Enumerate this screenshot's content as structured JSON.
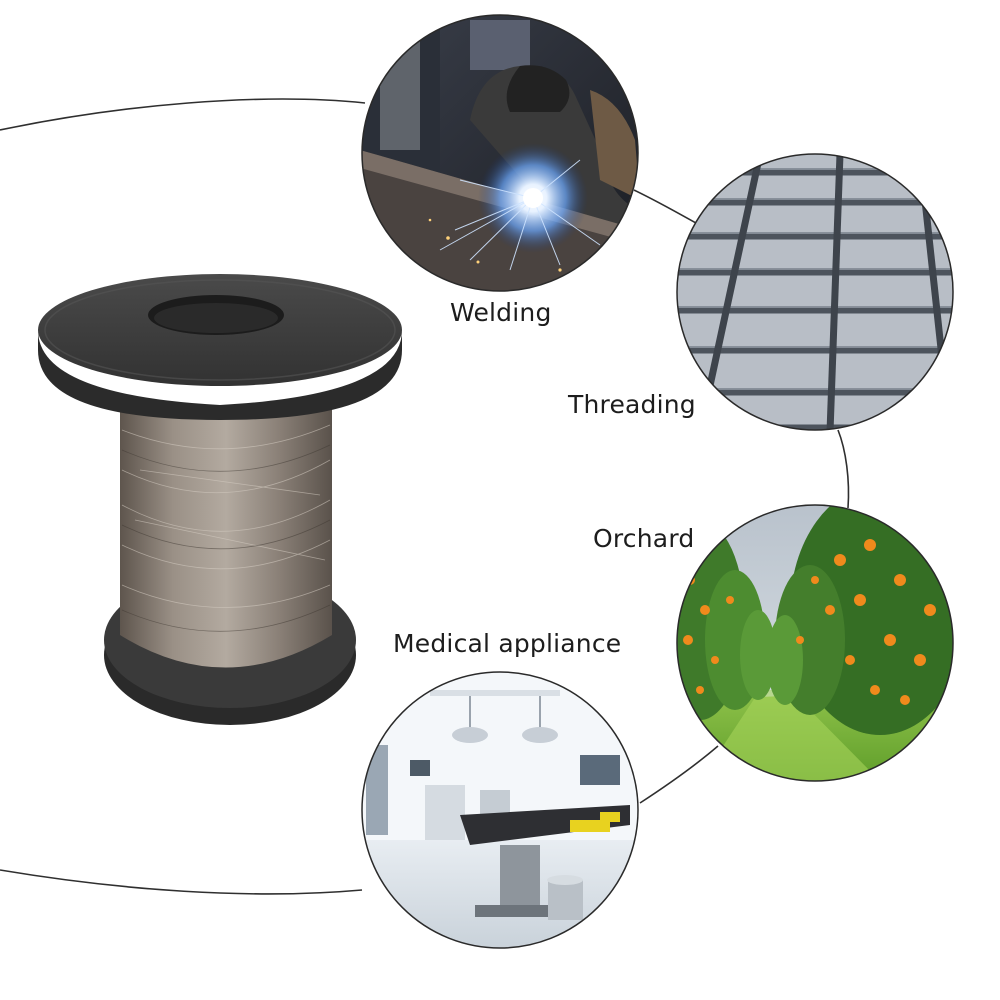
{
  "applications": [
    {
      "name": "Welding",
      "icon": "welding-photo"
    },
    {
      "name": "Threading",
      "icon": "wire-mesh-photo"
    },
    {
      "name": "Orchard",
      "icon": "orchard-photo"
    },
    {
      "name": "Medical appliance",
      "icon": "operating-room-photo"
    }
  ],
  "product": {
    "icon": "wire-spool-image"
  },
  "colors": {
    "background": "#ffffff",
    "text": "#1d1d1d",
    "spool_flange": "#3c3c3c",
    "wire": "#8c8278",
    "orbit_line": "#333333"
  }
}
